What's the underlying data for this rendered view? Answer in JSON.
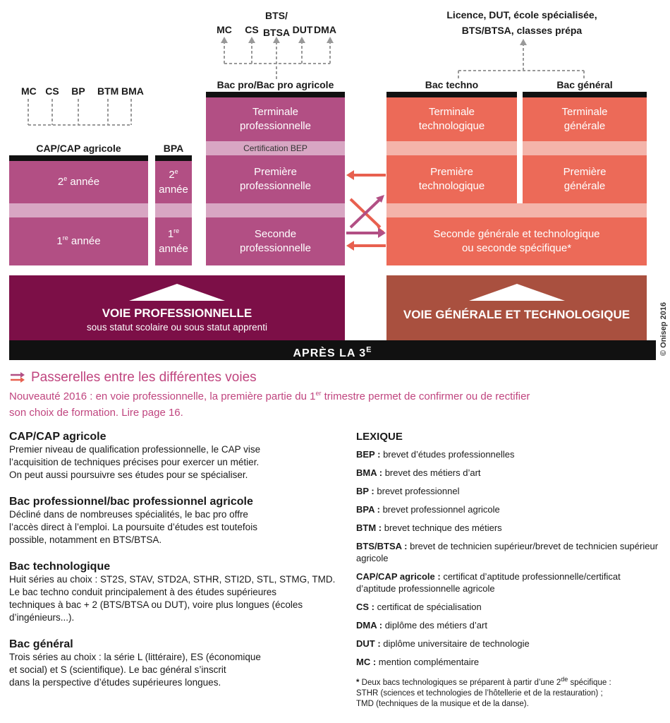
{
  "top_left_diplomas": [
    "MC",
    "CS",
    "BP",
    "BTM",
    "BMA"
  ],
  "top_mid_diplomas": [
    "MC",
    "CS",
    "BTS/\nBTSA",
    "DUT",
    "DMA"
  ],
  "top_right_label": "Licence, DUT, école spécialisée,\nBTS/BTSA, classes prépa",
  "headers": {
    "cap": "CAP/CAP agricole",
    "bpa": "BPA",
    "bacpro": "Bac pro/Bac pro agricole",
    "bactechno": "Bac techno",
    "bacgeneral": "Bac général"
  },
  "cap": {
    "year2": "2e année",
    "year1": "1re année"
  },
  "bpa": {
    "year2": "2e\nannée",
    "year1": "1re\nannée"
  },
  "bacpro": {
    "terminale": "Terminale\nprofessionnelle",
    "certification": "Certification BEP",
    "premiere": "Première\nprofessionnelle",
    "seconde": "Seconde\nprofessionnelle"
  },
  "techno": {
    "terminale": "Terminale\ntechnologique",
    "premiere": "Première\ntechnologique"
  },
  "general": {
    "terminale": "Terminale\ngénérale",
    "premiere": "Première\ngénérale"
  },
  "seconde_gt": "Seconde générale et technologique\nou seconde spécifique*",
  "voie_pro": {
    "title": "VOIE PROFESSIONNELLE",
    "subtitle": "sous statut scolaire ou sous statut apprenti"
  },
  "voie_gt": {
    "title": "VOIE GÉNÉRALE ET TECHNOLOGIQUE"
  },
  "apres": "APRÈS LA 3E",
  "copyright": "© Onisep 2016",
  "passerelles": {
    "title": "Passerelles entre les différentes voies",
    "note_line1": "Nouveauté 2016 : en voie professionnelle, la première partie du 1er trimestre permet de confirmer ou de rectifier",
    "note_line2": "son choix de formation. Lire page 16."
  },
  "sections": [
    {
      "title": "CAP/CAP agricole",
      "lines": [
        "Premier niveau de qualification professionnelle, le CAP vise",
        "l’acquisition de techniques précises pour exercer un métier.",
        "On peut aussi poursuivre ses études pour se spécialiser."
      ]
    },
    {
      "title": "Bac professionnel/bac professionnel agricole",
      "lines": [
        "Décliné dans de nombreuses spécialités, le bac pro offre",
        "l’accès direct à l’emploi. La poursuite d’études est toutefois",
        "possible, notamment en BTS/BTSA."
      ]
    },
    {
      "title": "Bac technologique",
      "lines": [
        "Huit séries au choix : ST2S, STAV, STD2A, STHR, STI2D, STL, STMG, TMD.",
        "Le bac techno conduit principalement à des études supérieures",
        "techniques à bac + 2 (BTS/BTSA ou DUT), voire plus longues (écoles",
        "d’ingénieurs...)."
      ]
    },
    {
      "title": "Bac général",
      "lines": [
        "Trois séries au choix : la série L (littéraire), ES (économique",
        "et social) et S (scientifique). Le bac général s’inscrit",
        "dans la perspective d’études supérieures longues."
      ]
    }
  ],
  "lexique": {
    "title": "LEXIQUE",
    "items": [
      {
        "term": "BEP :",
        "def": "brevet d’études professionnelles"
      },
      {
        "term": "BMA :",
        "def": "brevet des métiers d’art"
      },
      {
        "term": "BP :",
        "def": "brevet professionnel"
      },
      {
        "term": "BPA :",
        "def": "brevet professionnel agricole"
      },
      {
        "term": "BTM :",
        "def": "brevet technique des métiers"
      },
      {
        "term": "BTS/BTSA :",
        "def": "brevet de technicien supérieur/brevet de technicien supérieur",
        "def2": "agricole"
      },
      {
        "term": "CAP/CAP agricole :",
        "def": "certificat d’aptitude professionnelle/certificat",
        "def2": "d’aptitude professionnelle agricole"
      },
      {
        "term": "CS :",
        "def": "certificat de spécialisation"
      },
      {
        "term": "DMA :",
        "def": "diplôme des métiers d’art"
      },
      {
        "term": "DUT :",
        "def": "diplôme universitaire de technologie"
      },
      {
        "term": "MC :",
        "def": "mention complémentaire"
      }
    ],
    "footnote": [
      "* Deux bacs technologiques se préparent à partir d’une 2de spécifique :",
      "STHR (sciences et technologies de l’hôtellerie et de la restauration) ;",
      "TMD (techniques de la musique et de la danse)."
    ]
  },
  "colors": {
    "pro": "#b24f84",
    "pro_light": "#d8a6c3",
    "gt": "#ec6a58",
    "gt_light": "#f4b4aa",
    "voie_pro": "#7c0f47",
    "voie_gt": "#a9503f",
    "passerelle_title": "#c0457f"
  }
}
